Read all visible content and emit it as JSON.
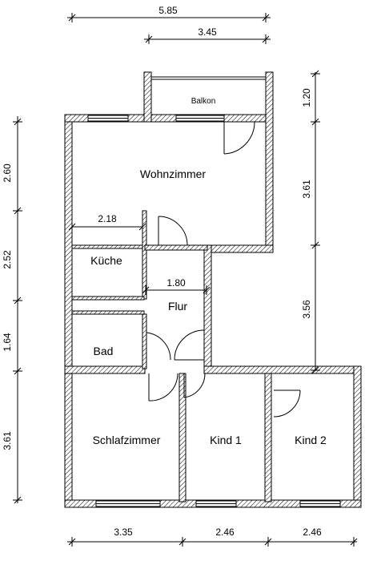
{
  "rooms": {
    "balkon": "Balkon",
    "wohnzimmer": "Wohnzimmer",
    "kueche": "Küche",
    "flur": "Flur",
    "bad": "Bad",
    "schlafzimmer": "Schlafzimmer",
    "kind1": "Kind 1",
    "kind2": "Kind 2"
  },
  "dimensions": {
    "top_overall": "5.85",
    "top_right": "3.45",
    "left_wohnzimmer": "2.60",
    "left_kueche": "2.52",
    "left_bad": "1.64",
    "left_schlafzimmer": "3.61",
    "right_balkon": "1.20",
    "right_wohnzimmer": "3.61",
    "right_flur": "3.56",
    "bottom_schlafzimmer": "3.35",
    "bottom_kind1": "2.46",
    "bottom_kind2": "2.46",
    "inner_kueche": "2.18",
    "inner_flur": "1.80"
  }
}
